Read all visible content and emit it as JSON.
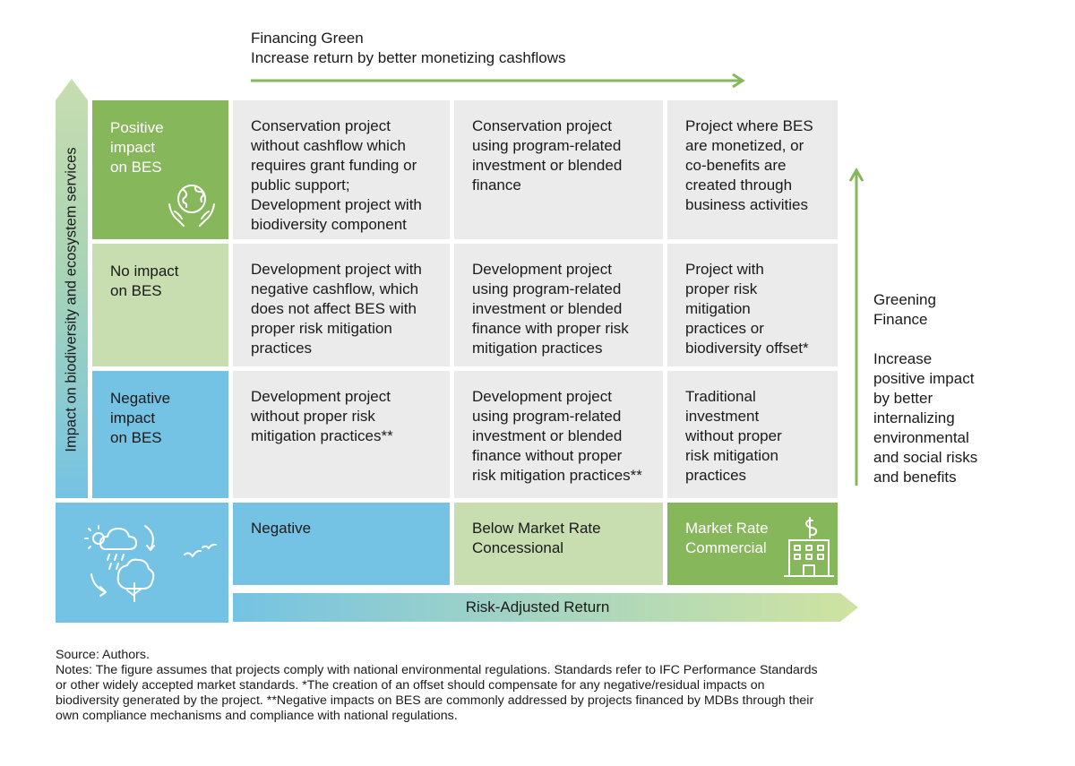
{
  "financing_green": {
    "title": "Financing Green",
    "subtitle": "Increase return by better monetizing cashflows"
  },
  "vertical_axis": {
    "label": "Impact on biodiversity and ecosystem services"
  },
  "rows": [
    {
      "label": "Positive impact on BES",
      "label_lines": [
        "Positive",
        "impact",
        "on BES"
      ],
      "cells": [
        "Conservation project without cashflow which requires grant funding or public support; Development project with biodiversity component",
        "Conservation project using program-related investment or blended finance",
        "Project where BES are monetized, or co-benefits are created through business activities"
      ]
    },
    {
      "label": "No impact on BES",
      "label_lines": [
        "No impact",
        "on BES"
      ],
      "cells": [
        "Development project with negative cashflow, which does not affect BES with proper risk mitigation practices",
        "Development project using program-related investment or blended finance with proper risk mitigation practices",
        "Project with proper risk mitigation practices or biodiversity offset*"
      ]
    },
    {
      "label": "Negative impact on BES",
      "label_lines": [
        "Negative",
        "impact",
        "on BES"
      ],
      "cells": [
        "Development project without proper risk mitigation practices**",
        "Development project using program-related investment or blended finance without proper risk mitigation practices**",
        "Traditional investment without proper risk mitigation practices"
      ]
    }
  ],
  "columns": [
    {
      "lines": [
        "Negative"
      ]
    },
    {
      "lines": [
        "Below Market Rate",
        "Concessional"
      ]
    },
    {
      "lines": [
        "Market Rate",
        "Commercial"
      ]
    }
  ],
  "cell_lines": [
    [
      [
        "Conservation project",
        "without cashflow which",
        "requires grant funding or",
        "public support;",
        "Development project with",
        "biodiversity component"
      ],
      [
        "Conservation project",
        "using program-related",
        "investment or blended",
        "finance"
      ],
      [
        "Project where BES",
        "are monetized, or",
        "co-benefits are",
        "created through",
        "business activities"
      ]
    ],
    [
      [
        "Development project with",
        "negative cashflow, which",
        "does not affect BES with",
        "proper risk mitigation",
        "practices"
      ],
      [
        "Development project",
        "using program-related",
        "investment or blended",
        "finance with proper risk",
        "mitigation practices"
      ],
      [
        "Project with",
        "proper risk",
        "mitigation",
        "practices or",
        "biodiversity offset*"
      ]
    ],
    [
      [
        "Development project",
        "without proper risk",
        "mitigation practices**"
      ],
      [
        "Development project",
        "using program-related",
        "investment or blended",
        "finance without proper",
        "risk mitigation practices**"
      ],
      [
        "Traditional",
        "investment",
        "without proper",
        "risk mitigation",
        "practices"
      ]
    ]
  ],
  "greening_finance": {
    "title_lines": [
      "Greening",
      "Finance"
    ],
    "desc_lines": [
      "Increase",
      "positive impact",
      "by better",
      "internalizing",
      "environmental",
      "and social risks",
      "and benefits"
    ]
  },
  "horizontal_axis": {
    "label": "Risk-Adjusted Return"
  },
  "notes": {
    "source": "Source: Authors.",
    "lines": [
      "Notes: The figure assumes that projects comply with national environmental regulations. Standards refer to IFC Performance Standards",
      "or other widely accepted market standards. *The creation of an offset should compensate for any negative/residual impacts on",
      "biodiversity generated by the project. **Negative impacts on BES are commonly addressed by projects financed by MDBs through their",
      "own compliance mechanisms and compliance with national regulations."
    ]
  },
  "colors": {
    "arrow_green": "#86b75b",
    "dark_green": "#86b75b",
    "light_green": "#c8ddb0",
    "blue": "#74c3e4",
    "grey": "#ebebeb"
  },
  "icons": [
    "earth-hands-icon",
    "weather-nature-icon",
    "birds-icon",
    "dollar-building-icon"
  ]
}
